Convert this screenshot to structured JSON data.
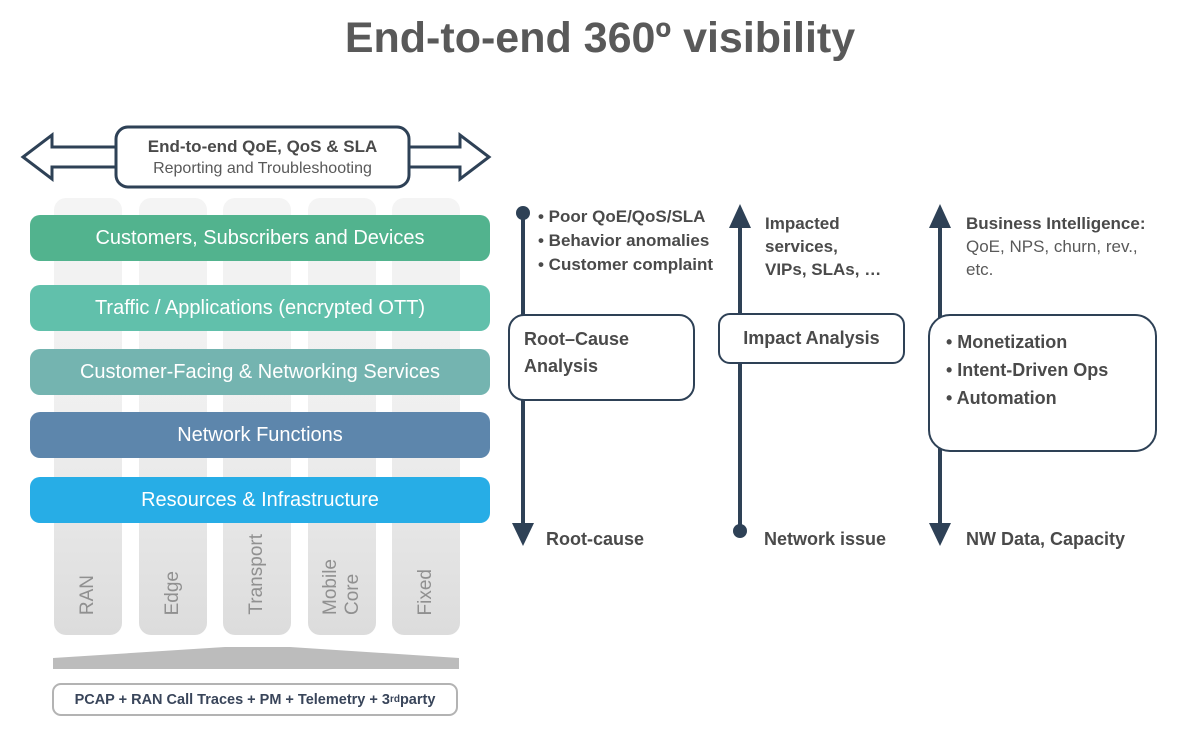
{
  "title": "End-to-end 360º visibility",
  "banner": {
    "line1": "End-to-end QoE, QoS & SLA",
    "line2": "Reporting and Troubleshooting"
  },
  "stack": {
    "bars": [
      {
        "label": "Customers, Subscribers and Devices",
        "color": "#52b38e"
      },
      {
        "label": "Traffic / Applications (encrypted OTT)",
        "color": "#61c0ab"
      },
      {
        "label": "Customer-Facing & Networking Services",
        "color": "#74b4b0"
      },
      {
        "label": "Network Functions",
        "color": "#5d86ac"
      },
      {
        "label": "Resources & Infrastructure",
        "color": "#27ade6"
      }
    ],
    "columns": [
      {
        "label": "RAN"
      },
      {
        "label": "Edge"
      },
      {
        "label": "Transport"
      },
      {
        "label": "Mobile\nCore"
      },
      {
        "label": "Fixed"
      }
    ],
    "data_sources": {
      "prefix": "PCAP + RAN Call Traces + PM + Telemetry + 3",
      "sup": "rd",
      "suffix": " party"
    }
  },
  "flows": [
    {
      "top_items": [
        "• Poor QoE/QoS/SLA",
        "• Behavior anomalies",
        "• Customer complaint"
      ],
      "box_label": "Root–Cause\nAnalysis",
      "bottom_label": "Root-cause"
    },
    {
      "top_items": [
        "Impacted",
        "services,",
        "VIPs, SLAs, …"
      ],
      "box_label": "Impact Analysis",
      "bottom_label": "Network issue"
    },
    {
      "top_bold": "Business Intelligence:",
      "top_items": [
        "QoE, NPS, churn, rev.,",
        "etc."
      ],
      "box_items": [
        "• Monetization",
        "• Intent-Driven Ops",
        "• Automation"
      ],
      "bottom_label": "NW Data, Capacity"
    }
  ],
  "colors": {
    "navy": "#2e4156",
    "heading": "#595959",
    "text": "#4a4a4a",
    "column_label": "#909090",
    "roof": "#bcbcbc",
    "pcap_border": "#b3b3b3",
    "pcap_text": "#39455a"
  }
}
